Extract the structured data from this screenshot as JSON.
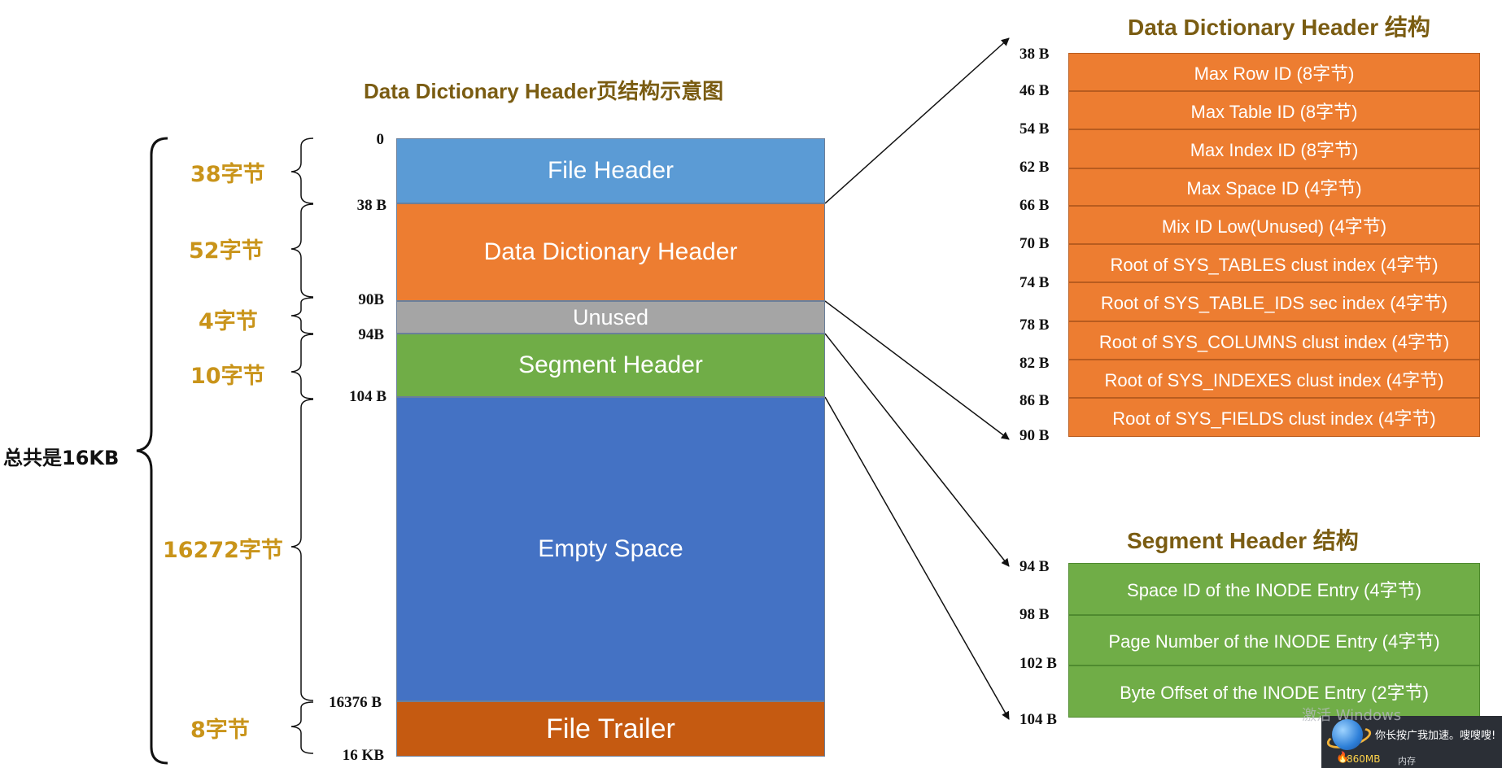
{
  "main_title": "Data Dictionary Header页结构示意图",
  "total_label": "总共是16KB",
  "segments": {
    "file_header": "File Header",
    "data_dictionary_header": "Data Dictionary Header",
    "unused": "Unused",
    "segment_header": "Segment Header",
    "empty_space": "Empty Space",
    "file_trailer": "File Trailer"
  },
  "offsets": {
    "o0": "0",
    "o38": "38 B",
    "o90": "90B",
    "o94": "94B",
    "o104": "104 B",
    "o16376": "16376 B",
    "o16kb": "16 KB"
  },
  "sizes": {
    "s38": "38字节",
    "s52": "52字节",
    "s4": "4字节",
    "s10": "10字节",
    "s16272": "16272字节",
    "s8": "8字节"
  },
  "dd_header": {
    "title": "Data Dictionary Header 结构",
    "offsets": [
      "38 B",
      "46 B",
      "54 B",
      "62 B",
      "66 B",
      "70 B",
      "74 B",
      "78 B",
      "82 B",
      "86 B",
      "90 B"
    ],
    "rows": [
      "Max Row ID (8字节)",
      "Max Table ID (8字节)",
      "Max Index ID (8字节)",
      "Max Space ID (4字节)",
      "Mix ID Low(Unused) (4字节)",
      "Root of SYS_TABLES clust index (4字节)",
      "Root of SYS_TABLE_IDS sec index (4字节)",
      "Root of SYS_COLUMNS clust index (4字节)",
      "Root of SYS_INDEXES clust index (4字节)",
      "Root of SYS_FIELDS clust index (4字节)"
    ]
  },
  "segment_header": {
    "title": "Segment Header 结构",
    "offsets": [
      "94 B",
      "98 B",
      "102 B",
      "104 B"
    ],
    "rows": [
      "Space ID of the INODE Entry (4字节)",
      "Page Number of the INODE Entry (4字节)",
      "Byte Offset of the INODE Entry (2字节)"
    ]
  },
  "overlay": {
    "watermark": "激活 Windows",
    "tray_message": "你长按广我加速。嗖嗖嗖!",
    "memory_value": "860MB",
    "memory_label": "内存"
  },
  "colors": {
    "file_header": "#5b9bd5",
    "data_dictionary_header": "#ed7d31",
    "unused": "#a5a5a5",
    "segment_header": "#70ad47",
    "empty_space": "#4472c4",
    "file_trailer": "#c55a11",
    "title": "#7a5c12",
    "size_label": "#c9941a"
  }
}
